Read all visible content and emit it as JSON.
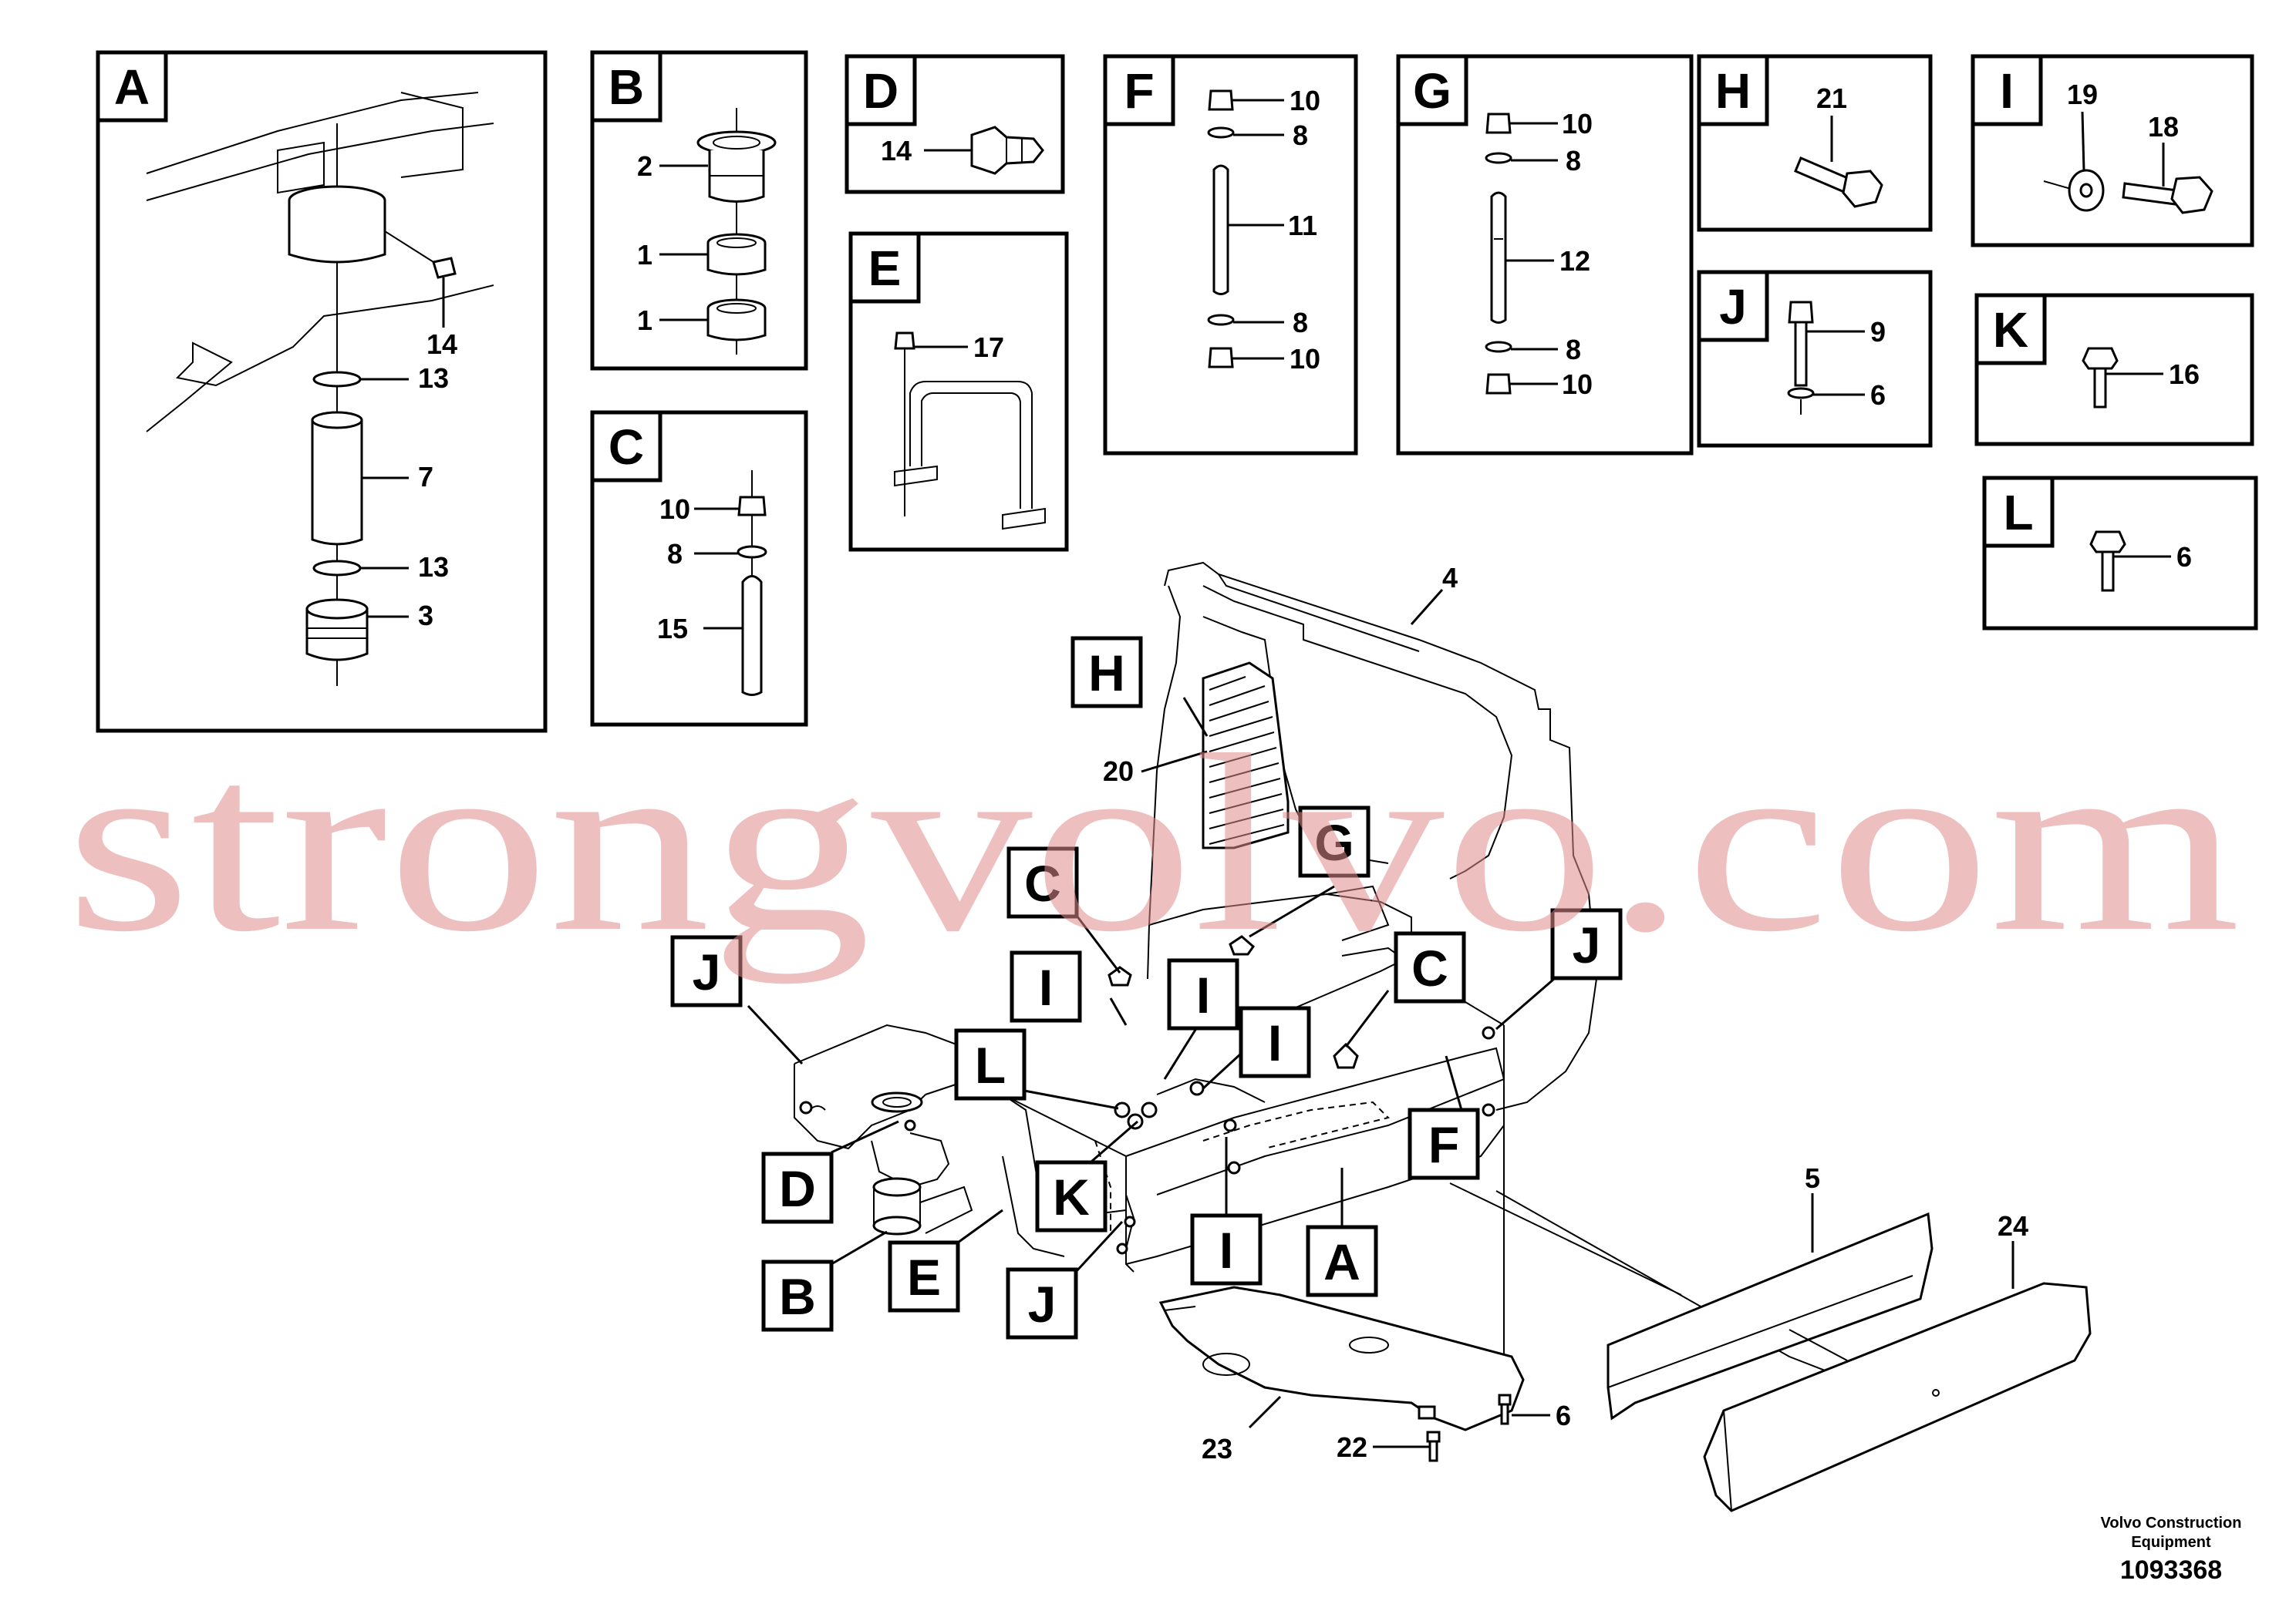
{
  "detail_boxes": [
    {
      "letter": "A",
      "labels": [
        "14",
        "13",
        "7",
        "13",
        "3"
      ]
    },
    {
      "letter": "B",
      "labels": [
        "2",
        "1",
        "1"
      ]
    },
    {
      "letter": "C",
      "labels": [
        "10",
        "8",
        "15"
      ]
    },
    {
      "letter": "D",
      "labels": [
        "14"
      ]
    },
    {
      "letter": "E",
      "labels": [
        "17"
      ]
    },
    {
      "letter": "F",
      "labels": [
        "10",
        "8",
        "11",
        "8",
        "10"
      ]
    },
    {
      "letter": "G",
      "labels": [
        "10",
        "8",
        "12",
        "8",
        "10"
      ]
    },
    {
      "letter": "H",
      "labels": [
        "21"
      ]
    },
    {
      "letter": "I",
      "labels": [
        "19",
        "18"
      ]
    },
    {
      "letter": "J",
      "labels": [
        "9",
        "6"
      ]
    },
    {
      "letter": "K",
      "labels": [
        "16"
      ]
    },
    {
      "letter": "L",
      "labels": [
        "6"
      ]
    }
  ],
  "main_view": {
    "part_labels": [
      "4",
      "20",
      "5",
      "24",
      "6",
      "22",
      "23"
    ],
    "callouts": [
      "H",
      "G",
      "C",
      "C",
      "J",
      "J",
      "I",
      "I",
      "I",
      "L",
      "D",
      "K",
      "F",
      "A",
      "I",
      "B",
      "E",
      "J"
    ]
  },
  "watermark": "strongvolvo.com",
  "footer": {
    "manufacturer_line1": "Volvo Construction",
    "manufacturer_line2": "Equipment",
    "document_number": "1093368"
  }
}
